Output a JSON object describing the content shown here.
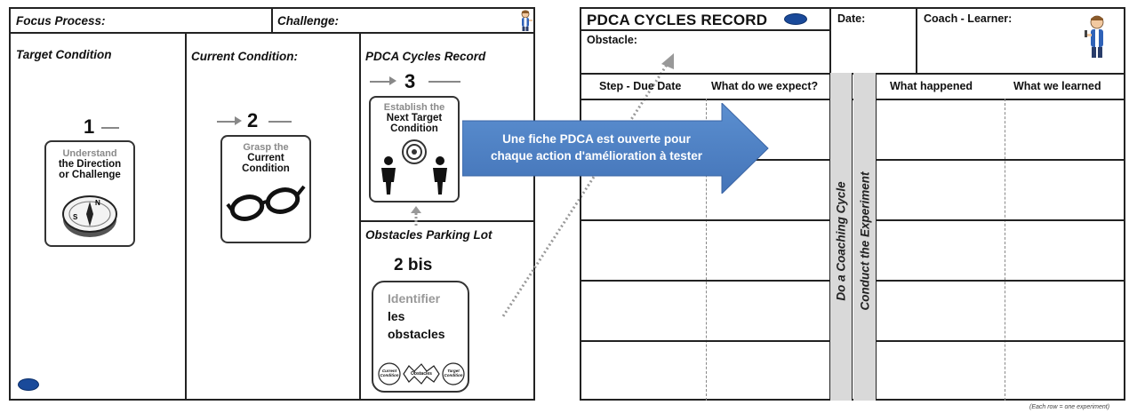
{
  "storyboard": {
    "focus_process": "Focus Process:",
    "challenge": "Challenge:",
    "target_condition": "Target Condition",
    "current_condition": "Current Condition:",
    "pdca_cycles_record": "PDCA Cycles Record",
    "obstacles_parking_lot": "Obstacles Parking Lot",
    "steps": {
      "one": "1",
      "two": "2",
      "three": "3",
      "two_bis": "2 bis"
    },
    "card1": {
      "line1": "Understand",
      "line2": "the Direction",
      "line3": "or Challenge"
    },
    "card2": {
      "line1": "Grasp the",
      "line2": "Current",
      "line3": "Condition"
    },
    "card3": {
      "line1": "Establish the",
      "line2": "Next Target",
      "line3": "Condition"
    },
    "card4": {
      "line1": "Identifier",
      "line2": "les",
      "line3": "obstacles"
    },
    "mini_flow": {
      "left": "Current Condition",
      "middle": "Obstacles",
      "right": "Target Condition"
    }
  },
  "callout": {
    "line1": "Une fiche PDCA est ouverte pour",
    "line2": "chaque action d'amélioration à tester"
  },
  "pdca_form": {
    "title": "PDCA CYCLES RECORD",
    "date_label": "Date:",
    "coach_label": "Coach - Learner:",
    "obstacle_label": "Obstacle:",
    "col_step": "Step -  Due Date",
    "col_expect": "What do we expect?",
    "col_happened": "What happened",
    "col_learned": "What we learned",
    "vertical_1": "Do a Coaching Cycle",
    "vertical_2": "Conduct the Experiment",
    "footnote": "(Each row = one experiment)",
    "rows": 5
  },
  "colors": {
    "callout_blue": "#4f81bd",
    "logo_blue": "#1a4a9a",
    "divider_gray": "#bdbdbd"
  }
}
